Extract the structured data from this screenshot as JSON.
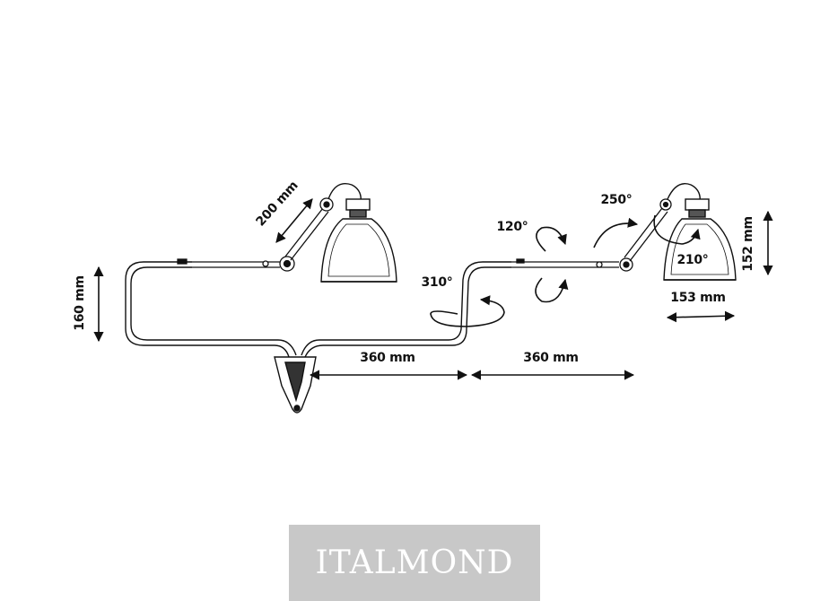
{
  "dimensions": {
    "arm_height": "160 mm",
    "upper_arm": "200 mm",
    "arm_segment_1": "360 mm",
    "arm_segment_2": "360 mm",
    "shade_height": "152 mm",
    "shade_diameter": "153 mm"
  },
  "rotations": {
    "base_swivel": "310°",
    "elbow_swivel": "120°",
    "arm_joint": "250°",
    "shade_tilt": "210°"
  },
  "watermark": {
    "text": "ITALMOND",
    "color": "#c8c8c8",
    "text_color": "#ffffff"
  },
  "colors": {
    "line": "#111111",
    "shade_fill": "#ffffff",
    "background": "#ffffff"
  }
}
